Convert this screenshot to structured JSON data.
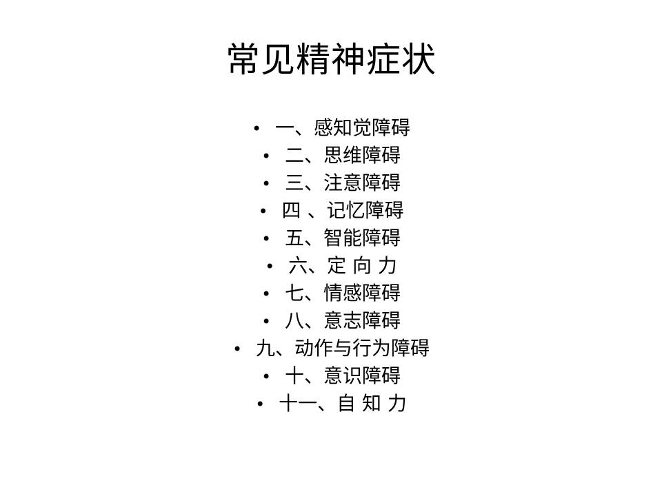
{
  "slide": {
    "title": "常见精神症状",
    "bullet_char": "•",
    "items": [
      "一、感知觉障碍",
      "二、思维障碍",
      "三、注意障碍",
      "四 、记忆障碍",
      "五、智能障碍",
      "六、定 向 力",
      "七、情感障碍",
      "八、意志障碍",
      "九、动作与行为障碍",
      "十、意识障碍",
      "十一、自 知 力"
    ]
  }
}
